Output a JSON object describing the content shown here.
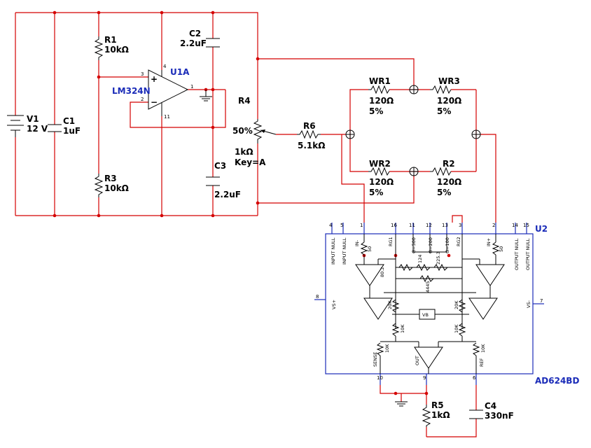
{
  "components": {
    "v1": {
      "ref": "V1",
      "value": "12 V"
    },
    "c1": {
      "ref": "C1",
      "value": "1uF"
    },
    "r1": {
      "ref": "R1",
      "value": "10kΩ"
    },
    "r3": {
      "ref": "R3",
      "value": "10kΩ"
    },
    "c2": {
      "ref": "C2",
      "value": "2.2uF"
    },
    "c3": {
      "ref": "C3",
      "value": "2.2uF"
    },
    "u1a": {
      "ref": "U1A",
      "part": "LM324N"
    },
    "r4": {
      "ref": "R4",
      "percent": "50%",
      "value": "1kΩ",
      "key": "Key=A"
    },
    "r6": {
      "ref": "R6",
      "value": "5.1kΩ"
    },
    "wr1": {
      "ref": "WR1",
      "value": "120Ω",
      "tol": "5%"
    },
    "wr2": {
      "ref": "WR2",
      "value": "120Ω",
      "tol": "5%"
    },
    "wr3": {
      "ref": "WR3",
      "value": "120Ω",
      "tol": "5%"
    },
    "r2": {
      "ref": "R2",
      "value": "120Ω",
      "tol": "5%"
    },
    "u2": {
      "ref": "U2",
      "part": "AD624BD"
    },
    "r5": {
      "ref": "R5",
      "value": "1kΩ"
    },
    "c4": {
      "ref": "C4",
      "value": "330nF"
    }
  },
  "u1a_pins": {
    "p3": "3",
    "p2": "2",
    "p4": "4",
    "p11": "11",
    "p1": "1",
    "plus": "+",
    "minus": "−"
  },
  "u2_pins": {
    "top": [
      "4",
      "5",
      "1",
      "16",
      "11",
      "12",
      "13",
      "3",
      "2",
      "14",
      "15"
    ],
    "left": "8",
    "right": "7",
    "bottom": [
      "10",
      "9",
      "6"
    ]
  },
  "u2_labels": {
    "input_null_1": "INPUT NULL",
    "input_null_2": "INPUT NULL",
    "in_minus": "IN-",
    "rg1": "RG1",
    "g500": "G=500",
    "g200": "G=200",
    "g100": "G=100",
    "rg2": "RG2",
    "in_plus": "IN+",
    "output_null_1": "OUTPUT NULL",
    "output_null_2": "OUTPUT NULL",
    "vs_plus": "VS+",
    "vs_minus": "VS-",
    "sense": "SENSE",
    "out": "OUT",
    "ref": "REF",
    "vb": "VB",
    "r50a": "50",
    "r50b": "50",
    "r80": "80.2",
    "r124": "124",
    "r225": "225.3",
    "r4445": "4445",
    "r20ka": "20K",
    "r20kb": "20K",
    "r10ka": "10K",
    "r10kb": "10K",
    "r10kc": "10K",
    "r10kd": "10K"
  }
}
